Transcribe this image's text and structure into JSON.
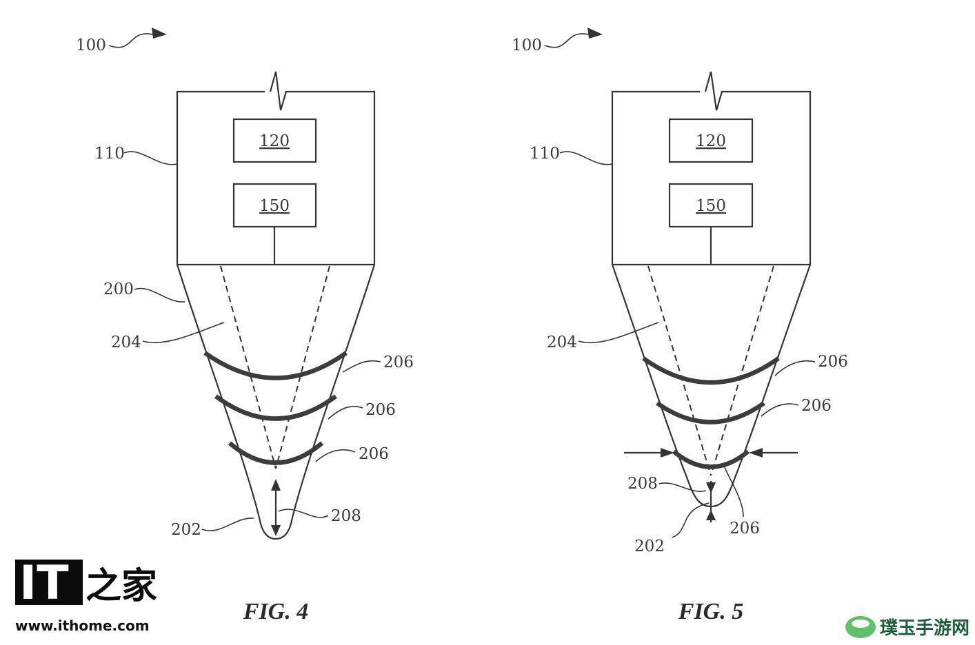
{
  "figures": [
    {
      "caption": "FIG. 4",
      "labels": {
        "system": "100",
        "device": "110",
        "block_a": "120",
        "block_b": "150",
        "tip": "200",
        "cavity": "204",
        "band_1": "206",
        "band_2": "206",
        "band_3": "206",
        "end": "202",
        "sensor": "208"
      }
    },
    {
      "caption": "FIG. 5",
      "labels": {
        "system": "100",
        "device": "110",
        "block_a": "120",
        "block_b": "150",
        "cavity": "204",
        "band_1": "206",
        "band_2": "206",
        "band_3": "206",
        "sensor": "208",
        "end": "202"
      }
    }
  ],
  "watermarks": {
    "ithome_logo": "IT",
    "ithome_cn": "之家",
    "ithome_url": "www.ithome.com",
    "site_cn": "璞玉手游网"
  },
  "colors": {
    "line": "#333333",
    "band": "#3c3c3c",
    "site_green": "#1a5e3a",
    "site_icon": "#5fbf6a"
  }
}
